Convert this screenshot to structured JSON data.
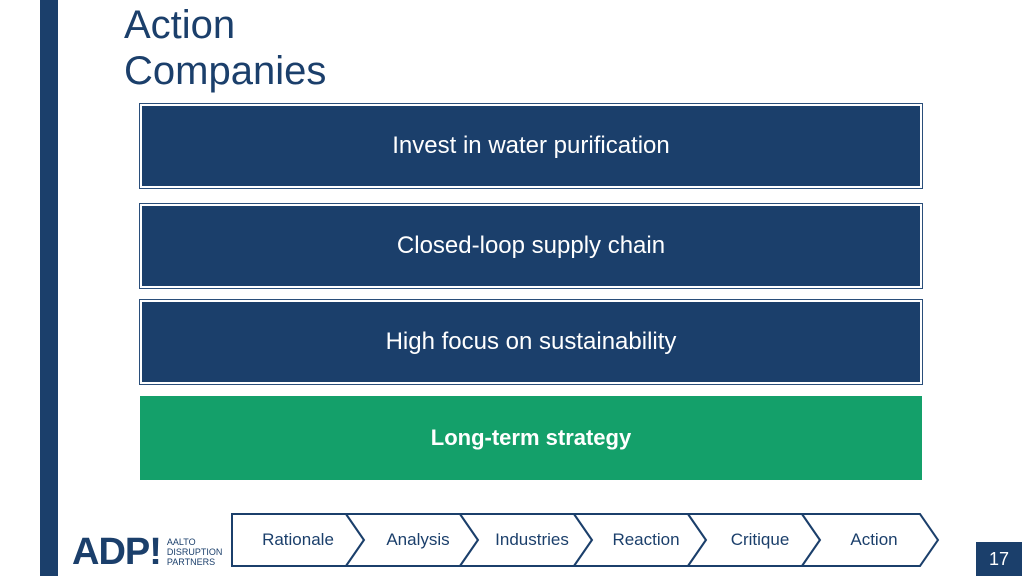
{
  "slide": {
    "title_line1": "Action",
    "title_line2": "Companies",
    "page_number": "17"
  },
  "boxes": [
    {
      "label": "Invest in water purification",
      "style": "blue"
    },
    {
      "label": "Closed-loop supply chain",
      "style": "blue"
    },
    {
      "label": "High focus on sustainability",
      "style": "blue"
    },
    {
      "label": "Long-term strategy",
      "style": "green"
    }
  ],
  "nav": {
    "steps": [
      "Rationale",
      "Analysis",
      "Industries",
      "Reaction",
      "Critique",
      "Action"
    ]
  },
  "logo": {
    "main": "ADP!",
    "line1": "AALTO",
    "line2": "DISRUPTION",
    "line3": "PARTNERS"
  },
  "colors": {
    "primary": "#1b3f6b",
    "accent_green": "#14a06a"
  }
}
